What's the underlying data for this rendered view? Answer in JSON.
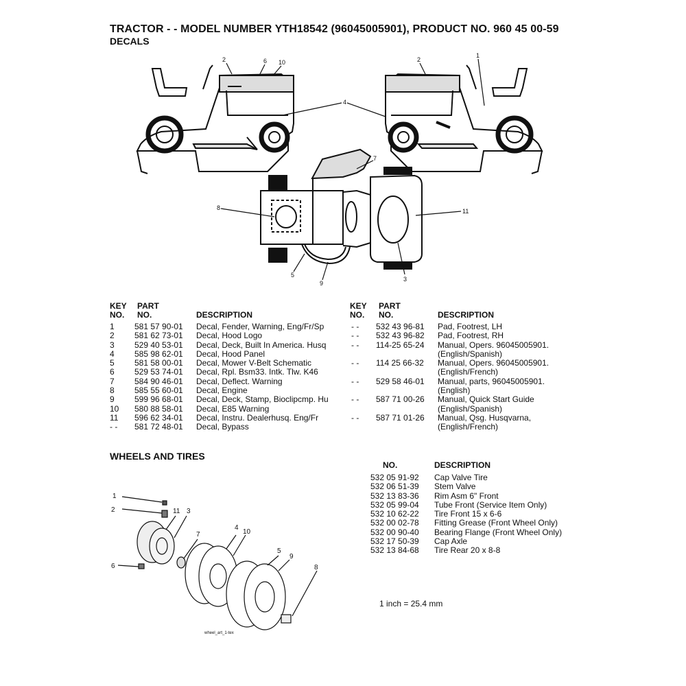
{
  "header": {
    "title": "TRACTOR - - MODEL NUMBER YTH18542 (96045005901), PRODUCT NO. 960 45 00-59",
    "subtitle": "DECALS"
  },
  "decals_callouts": [
    "2",
    "6",
    "10",
    "4",
    "2",
    "1",
    "7",
    "8",
    "11",
    "5",
    "9",
    "3"
  ],
  "decals_table_left": {
    "headers": {
      "key_top": "KEY",
      "key_bottom": "NO.",
      "part_top": "PART",
      "part_bottom": "NO.",
      "description": "DESCRIPTION"
    },
    "rows": [
      {
        "key": "1",
        "part": "581 57 90-01",
        "desc": "Decal, Fender, Warning, Eng/Fr/Sp"
      },
      {
        "key": "2",
        "part": "581 62 73-01",
        "desc": "Decal, Hood Logo"
      },
      {
        "key": "3",
        "part": "529 40 53-01",
        "desc": "Decal, Deck, Built In America. Husq"
      },
      {
        "key": "4",
        "part": "585 98 62-01",
        "desc": "Decal, Hood Panel"
      },
      {
        "key": "5",
        "part": "581 58 00-01",
        "desc": "Decal, Mower V-Belt Schematic"
      },
      {
        "key": "6",
        "part": "529 53 74-01",
        "desc": "Decal, Rpl. Bsm33. Intk. Tlw. K46"
      },
      {
        "key": "7",
        "part": "584 90 46-01",
        "desc": "Decal, Deflect. Warning"
      },
      {
        "key": "8",
        "part": "585 55 60-01",
        "desc": "Decal, Engine"
      },
      {
        "key": "9",
        "part": "599 96 68-01",
        "desc": "Decal, Deck, Stamp, Bioclipcmp. Hu"
      },
      {
        "key": "10",
        "part": "580 88 58-01",
        "desc": "Decal, E85 Warning"
      },
      {
        "key": "11",
        "part": "596 62 34-01",
        "desc": "Decal, Instru. Dealerhusq. Eng/Fr"
      },
      {
        "key": "- -",
        "part": "581 72 48-01",
        "desc": "Decal, Bypass"
      }
    ]
  },
  "decals_table_right": {
    "headers": {
      "key_top": "KEY",
      "key_bottom": "NO.",
      "part_top": "PART",
      "part_bottom": "NO.",
      "description": "DESCRIPTION"
    },
    "rows": [
      {
        "key": "- -",
        "part": "532 43 96-81",
        "desc": "Pad, Footrest, LH",
        "desc2": ""
      },
      {
        "key": "- -",
        "part": "532 43 96-82",
        "desc": "Pad, Footrest, RH",
        "desc2": ""
      },
      {
        "key": "- -",
        "part": "114-25 65-24",
        "desc": "Manual, Opers. 96045005901.",
        "desc2": "(English/Spanish)"
      },
      {
        "key": "- -",
        "part": "114 25 66-32",
        "desc": "Manual, Opers. 96045005901.",
        "desc2": "(English/French)"
      },
      {
        "key": "- -",
        "part": "529 58 46-01",
        "desc": "Manual, parts, 96045005901.",
        "desc2": "(English)"
      },
      {
        "key": "- -",
        "part": "587 71 00-26",
        "desc": "Manual, Quick Start Guide",
        "desc2": "(English/Spanish)"
      },
      {
        "key": "- -",
        "part": "587 71 01-26",
        "desc": "Manual, Qsg. Husqvarna,",
        "desc2": "(English/French)"
      }
    ]
  },
  "wheels": {
    "section_title": "WHEELS AND TIRES",
    "headers": {
      "no": "NO.",
      "description": "DESCRIPTION"
    },
    "rows": [
      {
        "no": "532 05 91-92",
        "desc": "Cap Valve Tire"
      },
      {
        "no": "532 06 51-39",
        "desc": "Stem Valve"
      },
      {
        "no": "532 13 83-36",
        "desc": "Rim Asm 6\" Front"
      },
      {
        "no": "532 05 99-04",
        "desc": "Tube Front (Service Item Only)"
      },
      {
        "no": "532 10 62-22",
        "desc": "Tire Front  15 x 6-6"
      },
      {
        "no": "532 00 02-78",
        "desc": "Fitting Grease (Front Wheel Only)"
      },
      {
        "no": "532 00 90-40",
        "desc": "Bearing Flange (Front Wheel Only)"
      },
      {
        "no": "532 17 50-39",
        "desc": "Cap Axle"
      },
      {
        "no": "532 13 84-68",
        "desc": "Tire Rear 20 x 8-8"
      }
    ],
    "callouts": [
      "1",
      "2",
      "11",
      "3",
      "7",
      "4",
      "10",
      "5",
      "9",
      "8",
      "6"
    ],
    "art_label": "wheel_art_1-tex",
    "note": "1 inch = 25.4 mm"
  }
}
